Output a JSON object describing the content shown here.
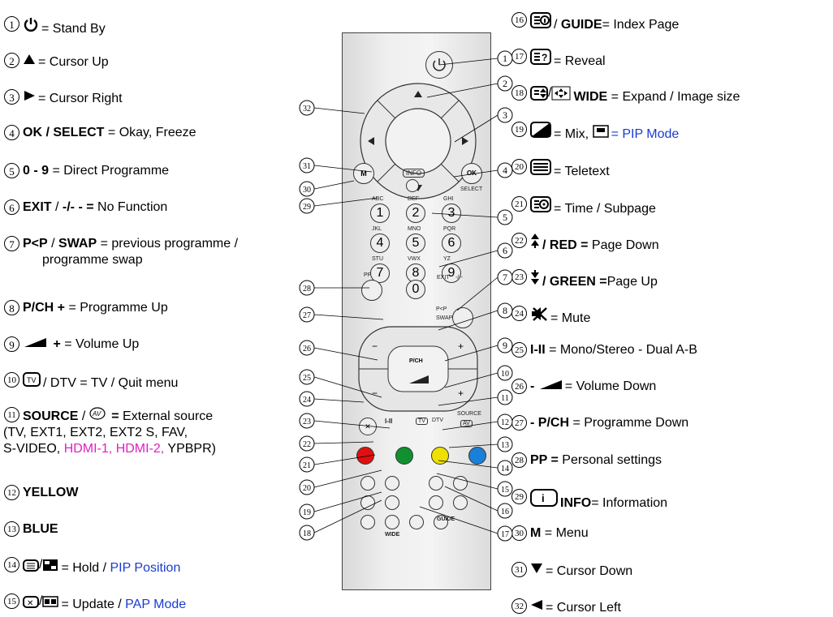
{
  "left_items": [
    {
      "n": "1",
      "icon": "power-icon",
      "parts": [
        {
          "t": "= Stand By"
        }
      ]
    },
    {
      "n": "2",
      "icon": "triangle-up-icon",
      "parts": [
        {
          "t": "= Cursor Up"
        }
      ]
    },
    {
      "n": "3",
      "icon": "triangle-right-icon",
      "parts": [
        {
          "t": "= Cursor Right"
        }
      ]
    },
    {
      "n": "4",
      "icon": "",
      "parts": [
        {
          "t": "OK / SELECT",
          "b": true
        },
        {
          "t": " = Okay, Freeze"
        }
      ]
    },
    {
      "n": "5",
      "icon": "",
      "parts": [
        {
          "t": "0 - 9",
          "b": true
        },
        {
          "t": " = Direct Programme"
        }
      ]
    },
    {
      "n": "6",
      "icon": "",
      "parts": [
        {
          "t": "EXIT",
          "b": true
        },
        {
          "t": " / "
        },
        {
          "t": "-/- - =",
          "b": true
        },
        {
          "t": " No Function"
        }
      ]
    },
    {
      "n": "7",
      "icon": "",
      "parts": [
        {
          "t": "P<P",
          "b": true
        },
        {
          "t": " / "
        },
        {
          "t": "SWAP",
          "b": true
        },
        {
          "t": "  = previous programme /"
        }
      ],
      "line2": "programme  swap"
    },
    {
      "n": "8",
      "icon": "",
      "parts": [
        {
          "t": "P/CH +",
          "b": true
        },
        {
          "t": " = Programme Up"
        }
      ]
    },
    {
      "n": "9",
      "icon": "volume-wedge-icon",
      "parts": [
        {
          "t": " + ",
          "b": true
        },
        {
          "t": "=  Volume Up"
        }
      ]
    },
    {
      "n": "10",
      "icon": "tv-icon",
      "parts": [
        {
          "t": "/ DTV  = TV / Quit menu"
        }
      ]
    },
    {
      "n": "11",
      "icon": "",
      "parts": [
        {
          "t": "SOURCE",
          "b": true
        },
        {
          "t": "  / "
        },
        {
          "t": "AV",
          "icon": "av-icon"
        },
        {
          "t": " = ",
          "b": true
        },
        {
          "t": "External source"
        }
      ],
      "line2": "(TV, EXT1, EXT2, EXT2 S, FAV,",
      "line3a": "S-VIDEO, ",
      "line3b": "HDMI-1, HDMI-2,",
      "line3c": " YPBPR)"
    },
    {
      "n": "12",
      "icon": "",
      "parts": [
        {
          "t": "YELLOW",
          "b": true
        }
      ]
    },
    {
      "n": "13",
      "icon": "",
      "parts": [
        {
          "t": "BLUE",
          "b": true
        }
      ]
    },
    {
      "n": "14",
      "icon": "hold-icon",
      "parts": [
        {
          "t": "= Hold / "
        },
        {
          "t": "PIP Position",
          "c": "blu"
        }
      ]
    },
    {
      "n": "15",
      "icon": "update-icon",
      "parts": [
        {
          "t": "= Update / "
        },
        {
          "t": "PAP Mode",
          "c": "blu"
        }
      ]
    }
  ],
  "right_items": [
    {
      "n": "16",
      "icon": "index-icon",
      "parts": [
        {
          "t": "/ "
        },
        {
          "t": "GUIDE",
          "b": true
        },
        {
          "t": "= Index Page"
        }
      ]
    },
    {
      "n": "17",
      "icon": "reveal-icon",
      "parts": [
        {
          "t": "= Reveal"
        }
      ]
    },
    {
      "n": "18",
      "icon": "expand-icon",
      "parts": [
        {
          "t": "WIDE",
          "b": true
        },
        {
          "t": " = Expand / Image size"
        }
      ]
    },
    {
      "n": "19",
      "icon": "mix-icon",
      "parts": [
        {
          "t": "= Mix, "
        },
        {
          "t": "= PIP Mode",
          "c": "blu"
        }
      ]
    },
    {
      "n": "20",
      "icon": "teletext-icon",
      "parts": [
        {
          "t": "= Teletext"
        }
      ]
    },
    {
      "n": "21",
      "icon": "time-icon",
      "parts": [
        {
          "t": "= Time / Subpage"
        }
      ]
    },
    {
      "n": "22",
      "icon": "page-down-icon",
      "parts": [
        {
          "t": "/ RED",
          "b": true
        },
        {
          "t": "  = ",
          "b": true
        },
        {
          "t": "Page Down"
        }
      ]
    },
    {
      "n": "23",
      "icon": "page-up-icon",
      "parts": [
        {
          "t": "/ GREEN",
          "b": true
        },
        {
          "t": " =",
          "b": true
        },
        {
          "t": "Page Up"
        }
      ]
    },
    {
      "n": "24",
      "icon": "mute-icon",
      "parts": [
        {
          "t": "= Mute"
        }
      ]
    },
    {
      "n": "25",
      "icon": "",
      "parts": [
        {
          "t": "I-II",
          "b": true
        },
        {
          "t": " = Mono/Stereo - Dual A-B"
        }
      ]
    },
    {
      "n": "26",
      "icon": "",
      "parts": [
        {
          "t": "- ",
          "b": true
        },
        {
          "t": "=   Volume Down"
        }
      ]
    },
    {
      "n": "27",
      "icon": "",
      "parts": [
        {
          "t": "- P/CH",
          "b": true
        },
        {
          "t": " = Programme Down"
        }
      ]
    },
    {
      "n": "28",
      "icon": "",
      "parts": [
        {
          "t": "PP =",
          "b": true
        },
        {
          "t": " Personal settings"
        }
      ]
    },
    {
      "n": "29",
      "icon": "info-icon",
      "parts": [
        {
          "t": "INFO",
          "b": true
        },
        {
          "t": "= Information"
        }
      ]
    },
    {
      "n": "30",
      "icon": "",
      "parts": [
        {
          "t": "M",
          "b": true
        },
        {
          "t": " = Menu"
        }
      ]
    },
    {
      "n": "31",
      "icon": "triangle-down-icon",
      "parts": [
        {
          "t": "= Cursor Down"
        }
      ]
    },
    {
      "n": "32",
      "icon": "triangle-left-icon",
      "parts": [
        {
          "t": "= Cursor Left"
        }
      ]
    }
  ],
  "remote": {
    "m_label": "M",
    "ok_label": "OK",
    "select_label": "SELECT",
    "info_label": "INFO",
    "digits": [
      "1",
      "2",
      "3",
      "4",
      "5",
      "6",
      "7",
      "8",
      "9",
      "0"
    ],
    "digit_letters": [
      "ABC",
      "DEF",
      "GHI",
      "JKL",
      "MNO",
      "PQR",
      "STU",
      "VWX",
      "YZ"
    ],
    "pp_label": "PP",
    "exit_label": "EXIT",
    "dash_label": "-/--",
    "pcp_label": "P<P",
    "swap_label": "SWAP",
    "pch_label": "P/CH",
    "minus": "−",
    "plus": "+",
    "dtv_label": "DTV",
    "source_label": "SOURCE",
    "guide_label": "GUIDE",
    "wide_label": "WIDE",
    "colors": {
      "red": "#e01010",
      "green": "#109030",
      "yellow": "#f0e000",
      "blue": "#1a7fd8"
    },
    "callouts_right": [
      "1",
      "2",
      "3",
      "4",
      "5",
      "6",
      "7",
      "8",
      "9",
      "10",
      "11",
      "12",
      "13",
      "14",
      "15",
      "16",
      "17"
    ],
    "callouts_left": [
      "32",
      "31",
      "30",
      "29",
      "28",
      "27",
      "26",
      "25",
      "24",
      "23",
      "22",
      "21",
      "20",
      "19",
      "18"
    ]
  }
}
